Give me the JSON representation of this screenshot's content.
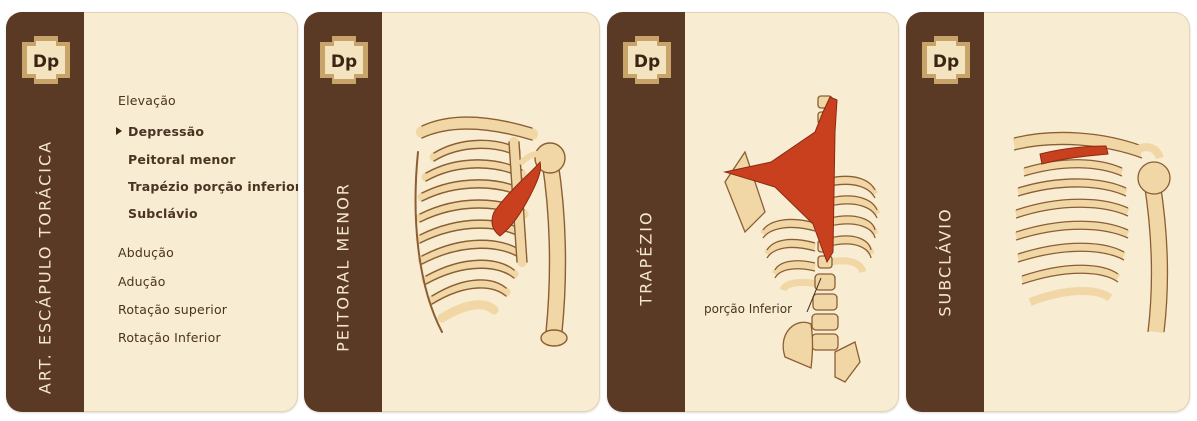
{
  "cards": [
    {
      "badge": "Dp",
      "title": "ART. ESCÁPULO TORÁCICA",
      "menu": [
        {
          "label": "Elevação"
        },
        {
          "label": "Depressão"
        },
        {
          "label": "Peitoral menor"
        },
        {
          "label": "Trapézio porção inferior"
        },
        {
          "label": "Subclávio"
        },
        {
          "label": "Abdução"
        },
        {
          "label": "Adução"
        },
        {
          "label": "Rotação superior"
        },
        {
          "label": "Rotação Inferior"
        }
      ]
    },
    {
      "badge": "Dp",
      "title": "PEITORAL MENOR"
    },
    {
      "badge": "Dp",
      "title": "TRAPÉZIO",
      "annotation": "porção Inferior"
    },
    {
      "badge": "Dp",
      "title": "SUBCLÁVIO"
    }
  ],
  "colors": {
    "card_bg": "#f8ecd2",
    "strip": "#5b3a25",
    "badge_gold": "#c9a46a",
    "bone": "#f1d7a5",
    "bone_outline": "#8b5e34",
    "muscle": "#c8401e"
  }
}
